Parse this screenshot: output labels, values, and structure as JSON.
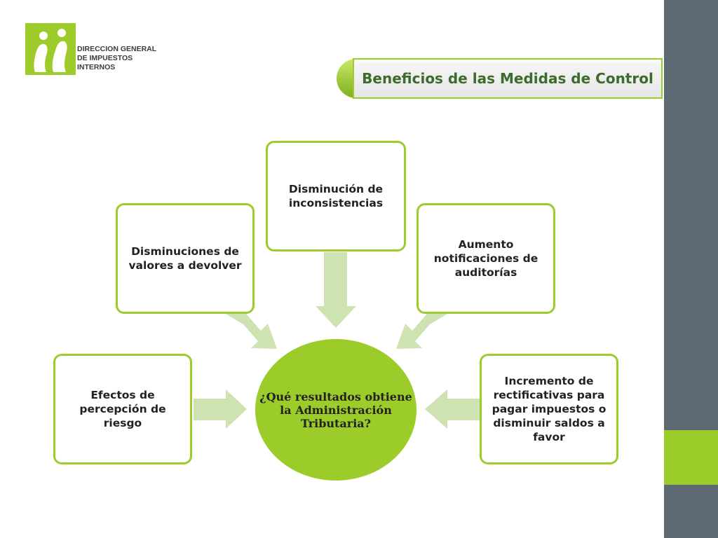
{
  "header": {
    "logo_lines": [
      "DIRECCION GENERAL",
      "DE IMPUESTOS",
      "INTERNOS"
    ],
    "title": "Beneficios de las Medidas de Control"
  },
  "diagram": {
    "center": "¿Qué resultados obtiene la Administración Tributaria?",
    "nodes": [
      "Efectos de percepción de riesgo",
      "Disminuciones de valores a devolver",
      "Disminución de inconsistencias",
      "Aumento notificaciones de auditorías",
      "Incremento de rectificativas para pagar impuestos o disminuir saldos a favor"
    ]
  },
  "colors": {
    "accent": "#9ccc2a",
    "arrow": "#cfe3b2",
    "sidebar": "#5d6a73",
    "title_text": "#3c6b2c"
  }
}
